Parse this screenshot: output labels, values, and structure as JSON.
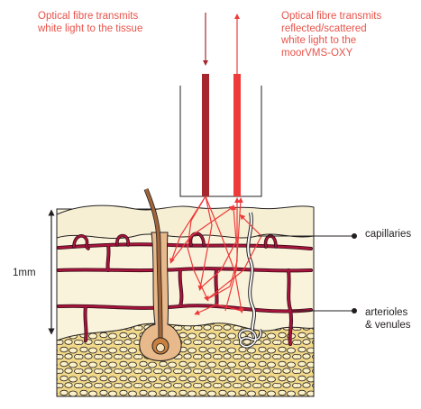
{
  "labels": {
    "transmit": [
      "Optical fibre transmits",
      "white light to the tissue"
    ],
    "reflect": [
      "Optical fibre transmits",
      "reflected/scattered",
      "white light to the",
      "moorVMS-OXY"
    ],
    "capillaries": "capillaries",
    "arterioles": [
      "arterioles",
      "& venules"
    ],
    "scale": "1mm"
  },
  "colors": {
    "text_red": "#e8534a",
    "fibre_dark": "#a5282e",
    "fibre_light": "#ee3a3a",
    "light_ray": "#ee3a3a",
    "vessel": "#a8143c",
    "vessel_outline": "#3a0a18",
    "epidermis": "#f7efd4",
    "dermis": "#faf3dc",
    "fat": "#f2d98a",
    "hair": "#a0653a",
    "outline": "#231f20"
  },
  "icons": [
    "optical-probe",
    "skin-cross-section",
    "hair-follicle",
    "blood-vessel-network",
    "scale-arrow"
  ]
}
